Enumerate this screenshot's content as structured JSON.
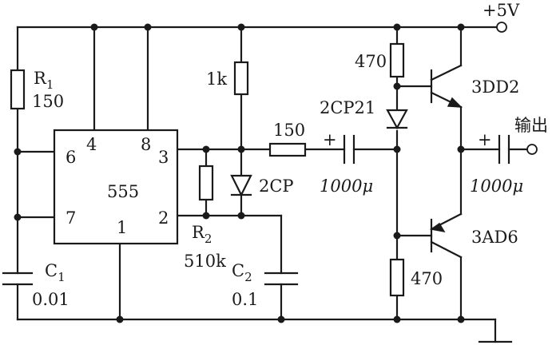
{
  "supply": {
    "label": "+5V"
  },
  "output": {
    "label": "输出"
  },
  "ic": {
    "name": "555",
    "pins": {
      "p6": "6",
      "p4": "4",
      "p8": "8",
      "p3": "3",
      "p7": "7",
      "p1": "1",
      "p2": "2"
    }
  },
  "r1": {
    "name": "R",
    "sub": "1",
    "value": "150"
  },
  "c1": {
    "name": "C",
    "sub": "1",
    "value": "0.01"
  },
  "r1k": {
    "value": "1k"
  },
  "d2cp": {
    "label": "2CP"
  },
  "r2": {
    "name": "R",
    "sub": "2",
    "value": "510k"
  },
  "c2": {
    "name": "C",
    "sub": "2",
    "value": "0.1"
  },
  "r150": {
    "value": "150"
  },
  "ccoupling": {
    "polarity": "+",
    "value": "1000μ"
  },
  "rtop": {
    "value": "470"
  },
  "d2cp21": {
    "label": "2CP21"
  },
  "q1": {
    "label": "3DD2"
  },
  "q2": {
    "label": "3AD6"
  },
  "rbot": {
    "value": "470"
  },
  "cout": {
    "polarity": "+",
    "value": "1000μ"
  }
}
